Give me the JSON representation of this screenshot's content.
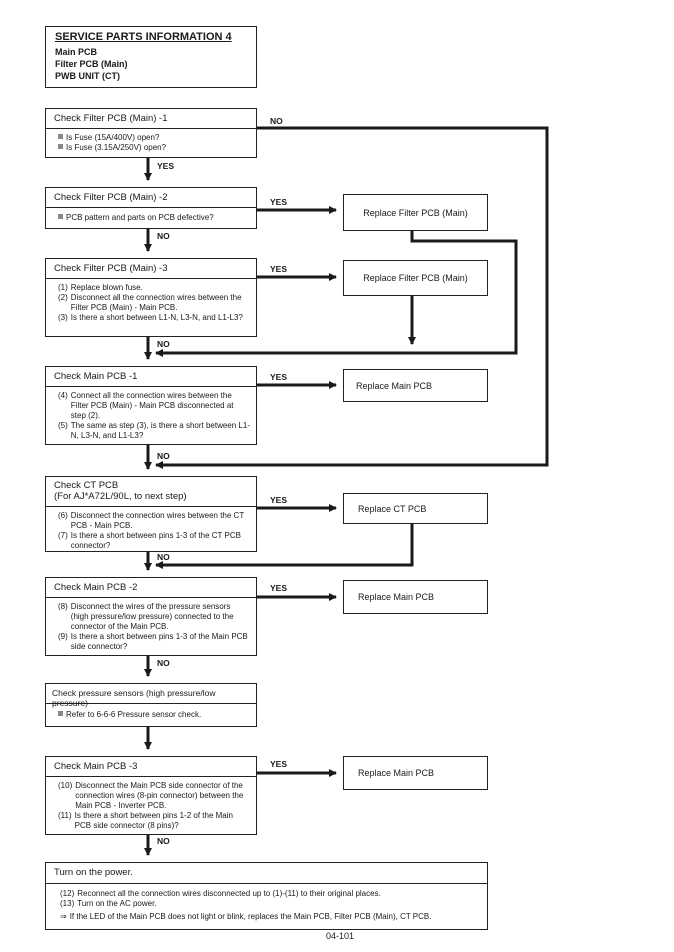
{
  "title": {
    "heading": "SERVICE PARTS INFORMATION 4",
    "lines": [
      "Main PCB",
      "Filter PCB (Main)",
      "PWB UNIT (CT)"
    ]
  },
  "steps": {
    "s1": {
      "header": "Check Filter PCB (Main) -1",
      "items": [
        "Is Fuse (15A/400V) open?",
        "Is Fuse (3.15A/250V) open?"
      ]
    },
    "s2": {
      "header": "Check Filter PCB (Main) -2",
      "items": [
        "PCB pattern and parts on PCB defective?"
      ]
    },
    "s3": {
      "header": "Check Filter PCB (Main) -3",
      "items": [
        {
          "n": "(1)",
          "t": "Replace blown fuse."
        },
        {
          "n": "(2)",
          "t": "Disconnect all the connection wires between the Filter PCB (Main) - Main PCB."
        },
        {
          "n": "(3)",
          "t": "Is there a short between L1-N, L3-N, and L1-L3?"
        }
      ]
    },
    "s4": {
      "header": "Check Main PCB -1",
      "items": [
        {
          "n": "(4)",
          "t": "Connect all the connection wires between the Filter PCB (Main) - Main PCB disconnected at step (2)."
        },
        {
          "n": "(5)",
          "t": "The same as step (3), is there a short between L1-N, L3-N, and L1-L3?"
        }
      ]
    },
    "s5": {
      "header": "Check CT PCB",
      "subheader": "(For AJ*A72L/90L, to next step)",
      "items": [
        {
          "n": "(6)",
          "t": "Disconnect the connection wires between the CT PCB - Main PCB."
        },
        {
          "n": "(7)",
          "t": "Is there a short between pins 1-3 of the CT PCB connector?"
        }
      ]
    },
    "s6": {
      "header": "Check Main PCB -2",
      "items": [
        {
          "n": "(8)",
          "t": "Disconnect the wires of the pressure sensors (high pressure/low pressure) connected to the connector of the Main PCB."
        },
        {
          "n": "(9)",
          "t": "Is there a short between pins 1-3 of the Main PCB side connector?"
        }
      ]
    },
    "s7": {
      "header": "Check pressure sensors (high pressure/low pressure)",
      "items": [
        "Refer to 6-6-6 Pressure sensor check."
      ]
    },
    "s8": {
      "header": "Check Main PCB -3",
      "items": [
        {
          "n": "(10)",
          "t": "Disconnect the Main PCB side connector of the connection wires (8-pin connector) between the Main PCB - Inverter PCB."
        },
        {
          "n": "(11)",
          "t": "Is there a short between pins 1-2 of the Main PCB side connector (8 pins)?"
        }
      ]
    },
    "s9": {
      "header": "Turn on the power.",
      "items": [
        {
          "n": "(12)",
          "t": "Reconnect all the connection wires disconnected up to (1)-(11) to their original places."
        },
        {
          "n": "(13)",
          "t": "Turn on the AC power."
        },
        {
          "n": "⇒",
          "t": "If the LED of the Main PCB does not light or blink, replaces the Main PCB, Filter PCB (Main), CT PCB."
        }
      ]
    }
  },
  "results": {
    "r2": "Replace Filter PCB (Main)",
    "r3": "Replace Filter PCB (Main)",
    "r4": "Replace Main PCB",
    "r5": "Replace CT PCB",
    "r6": "Replace Main PCB",
    "r8": "Replace Main PCB"
  },
  "labels": {
    "yes": "YES",
    "no": "NO"
  },
  "footer": "04-101"
}
